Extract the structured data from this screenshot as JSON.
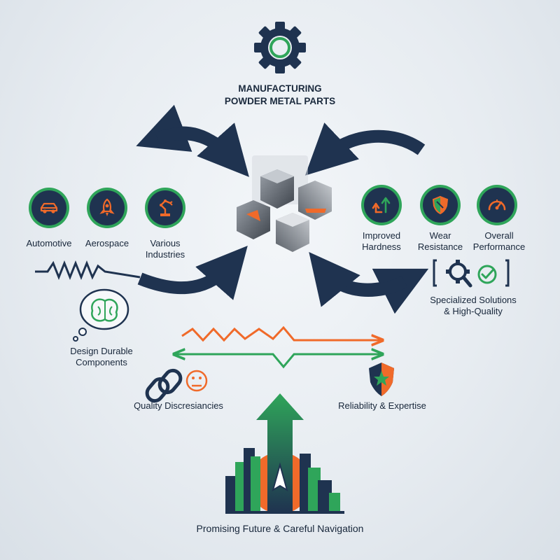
{
  "title": {
    "line1": "MANUFACTURING",
    "line2": "POWDER METAL PARTS"
  },
  "industries": [
    {
      "label_lines": [
        "Automotive"
      ],
      "icon": "car-icon"
    },
    {
      "label_lines": [
        "Aerospace"
      ],
      "icon": "rocket-icon"
    },
    {
      "label_lines": [
        "Various",
        "Industries"
      ],
      "icon": "robot-arm-icon"
    }
  ],
  "benefits": [
    {
      "label_lines": [
        "Improved",
        "Hardness"
      ],
      "icon": "arrows-up-icon"
    },
    {
      "label_lines": [
        "Wear",
        "Resistance"
      ],
      "icon": "shield-icon"
    },
    {
      "label_lines": [
        "Overall",
        "Performance"
      ],
      "icon": "gauge-icon"
    }
  ],
  "solutions": {
    "line1": "Specialized Solutions",
    "line2": "& High-Quality"
  },
  "design": {
    "line1": "Design Durable",
    "line2": "Components"
  },
  "quality": {
    "label": "Quality Discresiancies"
  },
  "reliability": {
    "label": "Reliability & Expertise"
  },
  "future": {
    "label": "Promising Future & Careful Navigation"
  },
  "colors": {
    "navy": "#1f3350",
    "green": "#2fa55a",
    "orange": "#f06a2a",
    "background": "#e7ecf1"
  }
}
